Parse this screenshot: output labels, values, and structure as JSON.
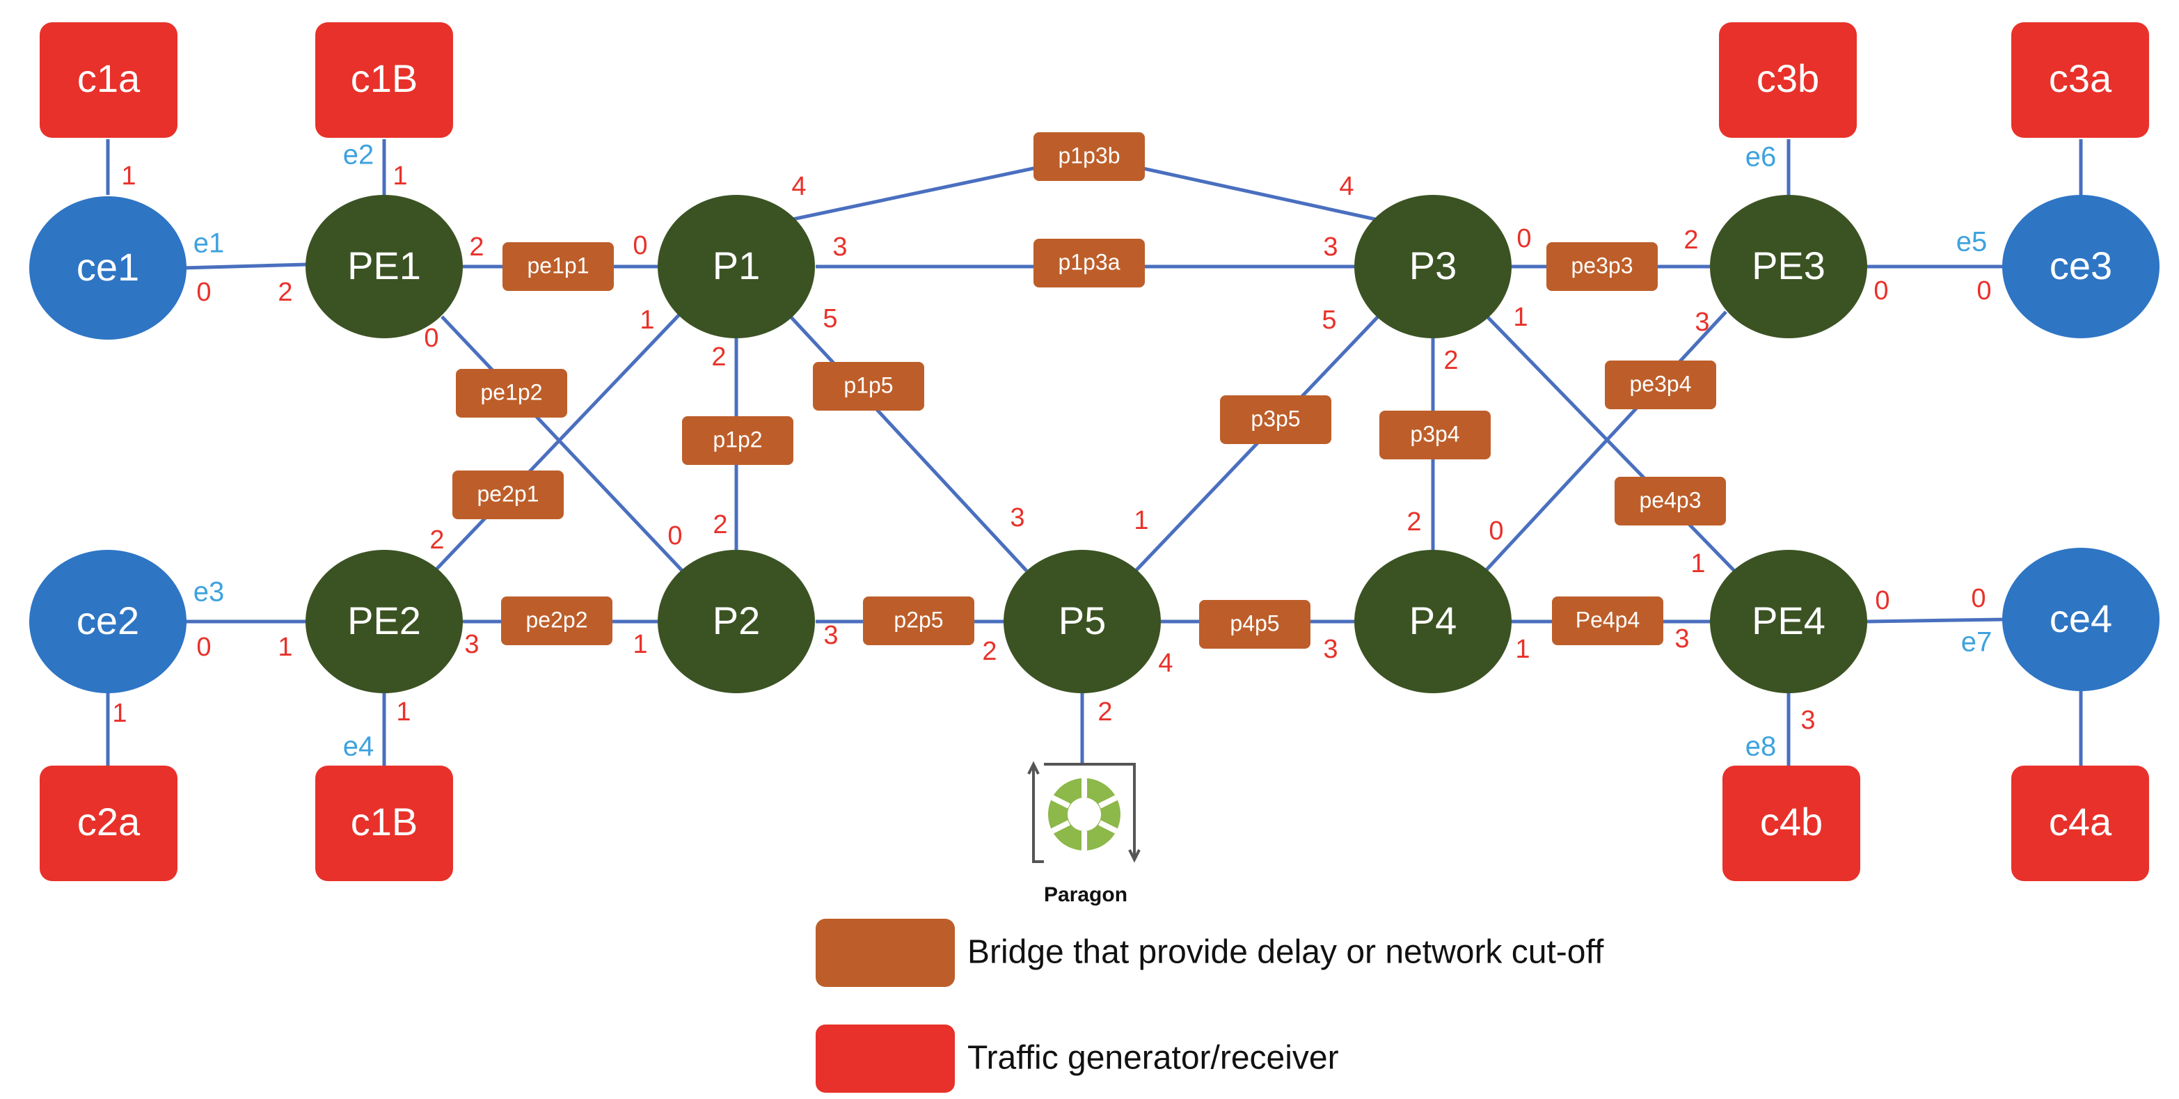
{
  "colors": {
    "link": "#4a6fbf",
    "customer_edge": "#2e75c4",
    "router": "#3b5323",
    "traffic": "#e8312a",
    "bridge": "#bd5e2a",
    "port_label": "#e8312a",
    "ethernet_label": "#3ea2de",
    "paragon_icon": "#8db84a"
  },
  "traffic_nodes": [
    {
      "id": "c1a",
      "label": "c1a"
    },
    {
      "id": "c1B_top",
      "label": "c1B"
    },
    {
      "id": "c2a",
      "label": "c2a"
    },
    {
      "id": "c1B_bottom",
      "label": "c1B"
    },
    {
      "id": "c3b",
      "label": "c3b"
    },
    {
      "id": "c3a",
      "label": "c3a"
    },
    {
      "id": "c4b",
      "label": "c4b"
    },
    {
      "id": "c4a",
      "label": "c4a"
    }
  ],
  "ce_nodes": [
    {
      "id": "ce1",
      "label": "ce1"
    },
    {
      "id": "ce2",
      "label": "ce2"
    },
    {
      "id": "ce3",
      "label": "ce3"
    },
    {
      "id": "ce4",
      "label": "ce4"
    }
  ],
  "router_nodes": [
    {
      "id": "PE1",
      "label": "PE1"
    },
    {
      "id": "PE2",
      "label": "PE2"
    },
    {
      "id": "PE3",
      "label": "PE3"
    },
    {
      "id": "PE4",
      "label": "PE4"
    },
    {
      "id": "P1",
      "label": "P1"
    },
    {
      "id": "P2",
      "label": "P2"
    },
    {
      "id": "P3",
      "label": "P3"
    },
    {
      "id": "P4",
      "label": "P4"
    },
    {
      "id": "P5",
      "label": "P5"
    }
  ],
  "bridges": [
    {
      "id": "pe1p1",
      "label": "pe1p1"
    },
    {
      "id": "p1p3b",
      "label": "p1p3b"
    },
    {
      "id": "p1p3a",
      "label": "p1p3a"
    },
    {
      "id": "pe3p3",
      "label": "pe3p3"
    },
    {
      "id": "pe1p2",
      "label": "pe1p2"
    },
    {
      "id": "p1p5",
      "label": "p1p5"
    },
    {
      "id": "p1p2",
      "label": "p1p2"
    },
    {
      "id": "pe2p1",
      "label": "pe2p1"
    },
    {
      "id": "p3p5",
      "label": "p3p5"
    },
    {
      "id": "p3p4",
      "label": "p3p4"
    },
    {
      "id": "pe3p4",
      "label": "pe3p4"
    },
    {
      "id": "pe4p3",
      "label": "pe4p3"
    },
    {
      "id": "pe2p2",
      "label": "pe2p2"
    },
    {
      "id": "p2p5",
      "label": "p2p5"
    },
    {
      "id": "p4p5",
      "label": "p4p5"
    },
    {
      "id": "Pe4p4",
      "label": "Pe4p4"
    }
  ],
  "port_labels": [
    "1",
    "1",
    "2",
    "0",
    "0",
    "2",
    "0",
    "4",
    "4",
    "3",
    "3",
    "0",
    "2",
    "0",
    "0",
    "3",
    "1",
    "5",
    "5",
    "1",
    "2",
    "2",
    "2",
    "3",
    "1",
    "2",
    "0",
    "2",
    "0",
    "3",
    "1",
    "3",
    "2",
    "4",
    "3",
    "1",
    "3",
    "0",
    "0",
    "1",
    "1",
    "0",
    "1",
    "1",
    "2",
    "3"
  ],
  "ethernet_labels": [
    "e1",
    "e2",
    "e3",
    "e4",
    "e5",
    "e6",
    "e7",
    "e8"
  ],
  "paragon": {
    "label": "Paragon"
  },
  "legend": [
    {
      "label": "Bridge that provide delay or network cut-off"
    },
    {
      "label": "Traffic generator/receiver"
    }
  ]
}
